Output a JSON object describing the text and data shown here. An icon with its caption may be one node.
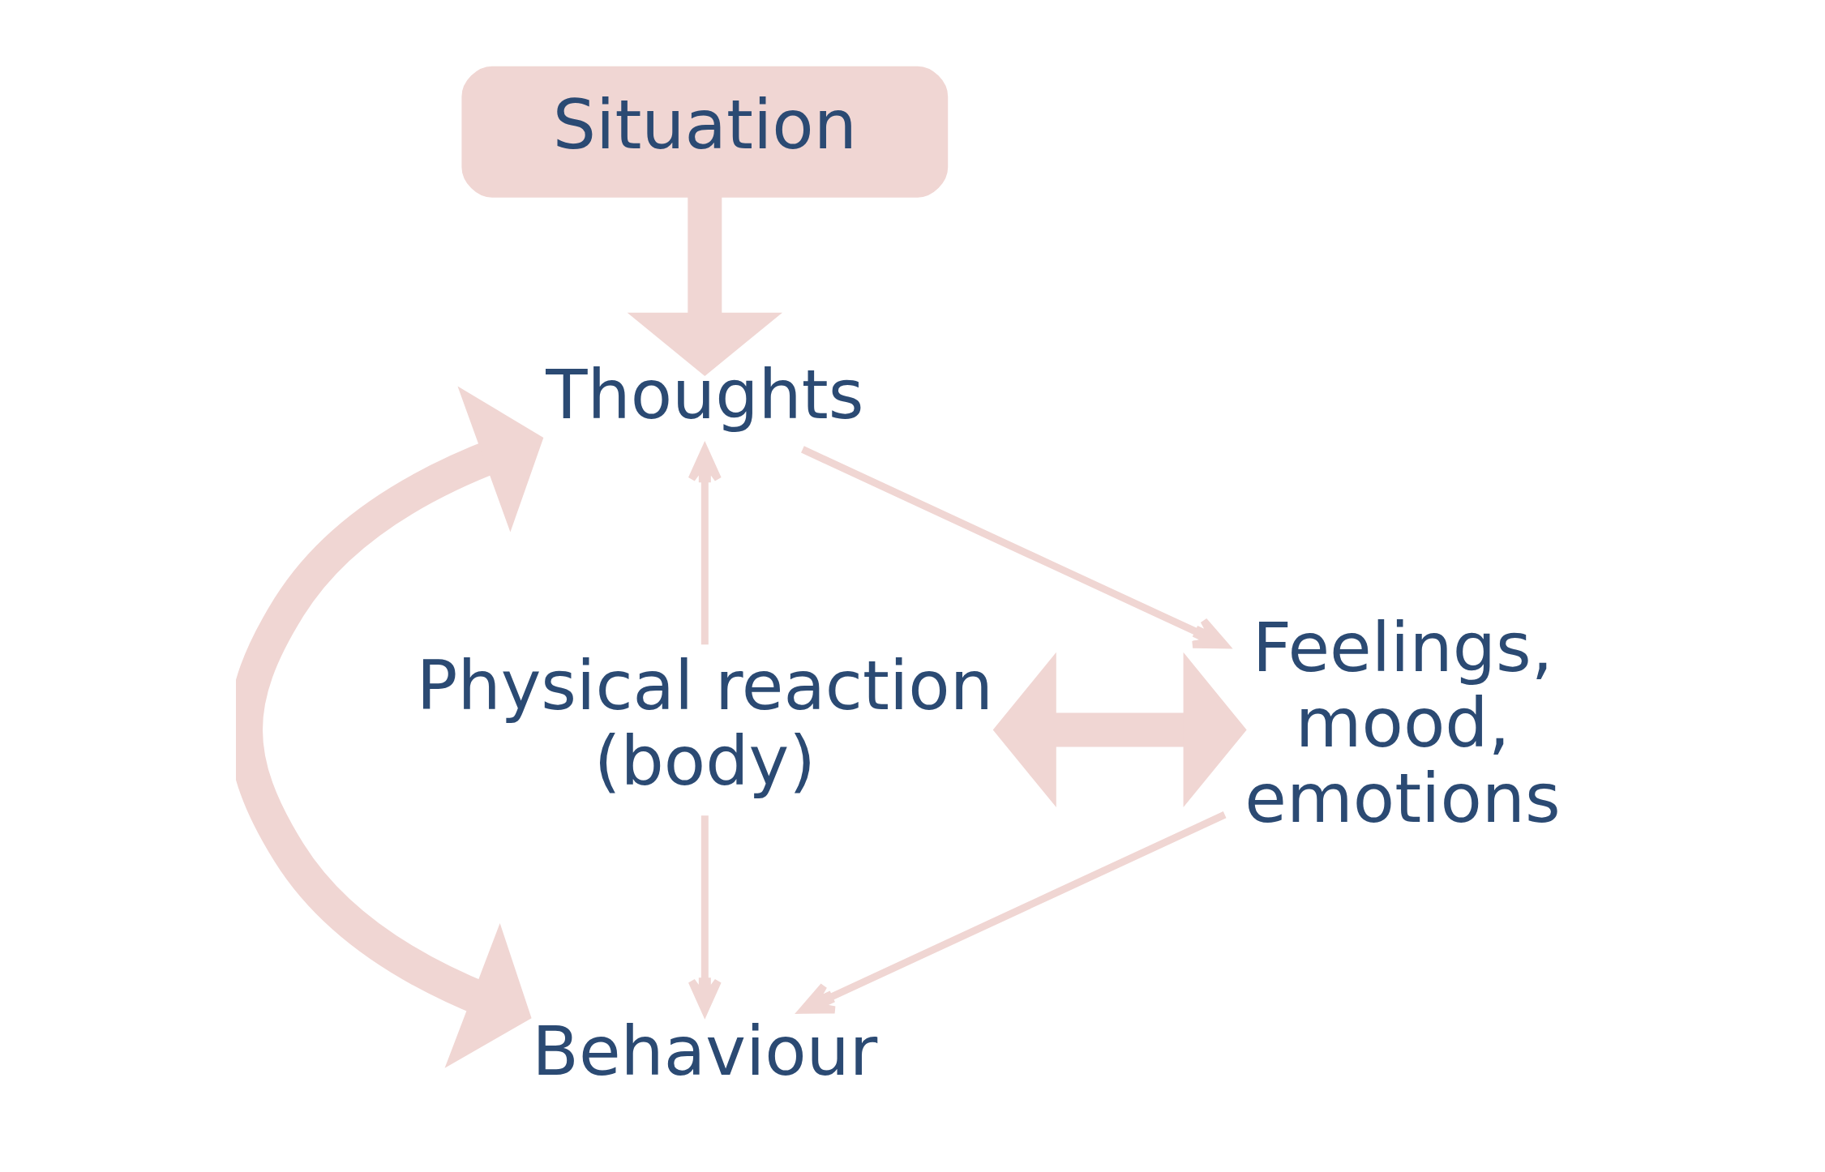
{
  "diagram": {
    "nodes": [
      {
        "text": [
          "Situation"
        ]
      },
      {
        "text": [
          "Thoughts"
        ]
      },
      {
        "text": [
          "Physical reaction (body)"
        ]
      },
      {
        "text": [
          "Feelings, mood, emotions"
        ]
      },
      {
        "text": [
          "Behaviour"
        ]
      }
    ],
    "edges": [
      {
        "from": 0,
        "to": 1,
        "arrow": "to",
        "style": "thick"
      },
      {
        "from": 2,
        "to": 1,
        "arrow": "to"
      },
      {
        "from": 1,
        "to": 3,
        "arrow": "to"
      },
      {
        "from": 2,
        "to": 4,
        "arrow": "to"
      },
      {
        "from": 3,
        "to": 4,
        "arrow": "to"
      },
      {
        "from": 1,
        "to": 4,
        "arrow": "both",
        "style": "thick"
      },
      {
        "from": 2,
        "to": 3,
        "arrow": "both",
        "style": "thick"
      }
    ]
  }
}
